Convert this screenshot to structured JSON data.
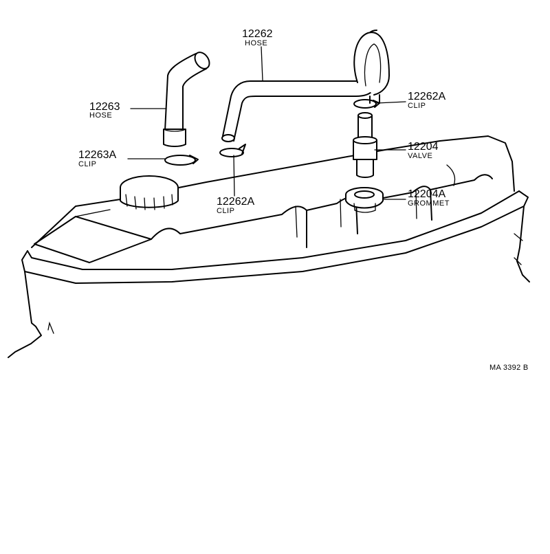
{
  "parts": [
    {
      "number": "12262",
      "name": "HOSE"
    },
    {
      "number": "12263",
      "name": "HOSE"
    },
    {
      "number": "12263A",
      "name": "CLIP"
    },
    {
      "number": "12262A",
      "name": "CLIP"
    },
    {
      "number": "12262A",
      "name": "CLIP"
    },
    {
      "number": "12204",
      "name": "VALVE"
    },
    {
      "number": "12204A",
      "name": "GROMMET"
    }
  ],
  "figure_code": "MA 3392 B"
}
